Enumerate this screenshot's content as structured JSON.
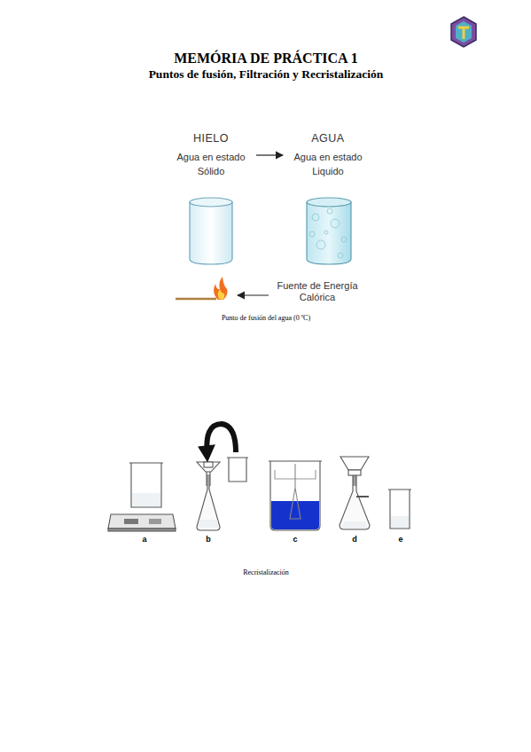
{
  "diagram": {
    "title": "MEMÓRIA DE PRÁCTICA 1",
    "nodes": [
      {
        "text": [
          "HIELO",
          "Agua en estado Sólido"
        ]
      },
      {
        "text": [
          "AGUA",
          "Agua en estado Liquido"
        ]
      }
    ],
    "edges": [
      {
        "from": 0,
        "to": 1,
        "arrow": "to"
      }
    ],
    "labels": [
      "Puntos de fusión, Filtración y Recristalización",
      "Fuente de Energía Calórica",
      "Punto de fusión del agua (0 ºC)",
      "a",
      "b",
      "c",
      "d",
      "e",
      "Recristalización"
    ]
  }
}
